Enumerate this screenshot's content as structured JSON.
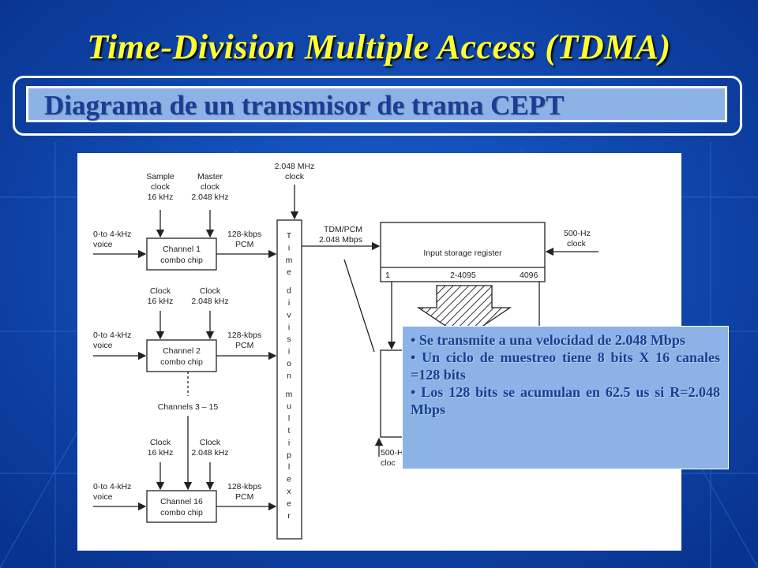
{
  "slide": {
    "title": "Time-Division Multiple Access (TDMA)",
    "subtitle": "Diagrama de un transmisor de trama CEPT"
  },
  "diagram": {
    "master_clock": [
      "2.048 MHz",
      "clock"
    ],
    "sample_clock": [
      "Sample",
      "clock",
      "16 kHz"
    ],
    "master_clock_ch1": [
      "Master",
      "clock",
      "2.048 kHz"
    ],
    "clock16_a": [
      "Clock",
      "16 kHz"
    ],
    "clock2048_a": [
      "Clock",
      "2.048 kHz"
    ],
    "clock16_b": [
      "Clock",
      "16 kHz"
    ],
    "clock2048_b": [
      "Clock",
      "2.048 kHz"
    ],
    "voice_label": [
      "0-to 4-kHz",
      "voice"
    ],
    "pcm_label": [
      "128-kbps",
      "PCM"
    ],
    "channel1": [
      "Channel 1",
      "combo chip"
    ],
    "channel2": [
      "Channel 2",
      "combo chip"
    ],
    "channel16": [
      "Channel 16",
      "combo chip"
    ],
    "channels_mid": "Channels 3 – 15",
    "tdm_label": [
      "TDM/PCM",
      "2.048 Mbps"
    ],
    "register_title": "Input storage register",
    "register_bits": [
      "1",
      "2-4095",
      "4096"
    ],
    "clock500_top": [
      "500-Hz",
      "clock"
    ],
    "clock500_bottom": [
      "500-H",
      "cloc"
    ],
    "mux_letters": [
      "T",
      "i",
      "m",
      "e",
      "",
      "d",
      "i",
      "v",
      "i",
      "s",
      "i",
      "o",
      "n",
      "",
      "m",
      "u",
      "l",
      "t",
      "i",
      "p",
      "l",
      "e",
      "x",
      "e",
      "r"
    ]
  },
  "notes": [
    "Se transmite a una velocidad de 2.048 Mbps",
    "Un ciclo de muestreo tiene 8 bits X 16 canales =128 bits",
    "Los 128 bits se acumulan en 62.5 us si R=2.048 Mbps"
  ]
}
